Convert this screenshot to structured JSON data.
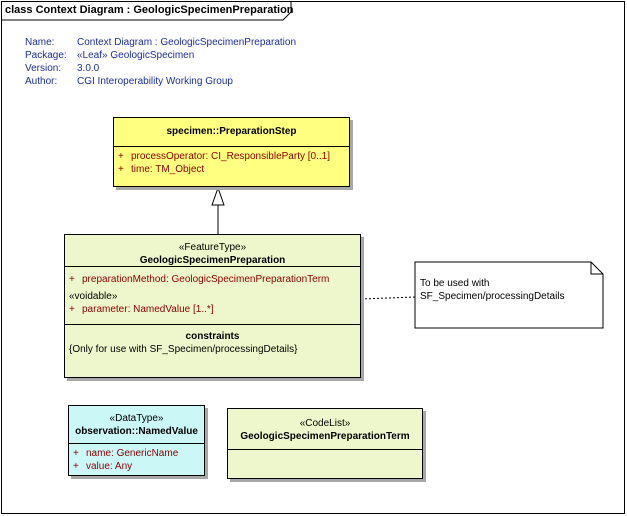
{
  "frame": {
    "title": "class Context Diagram : GeologicSpecimenPreparation"
  },
  "metadata": [
    {
      "key": "Name:",
      "value": "Context Diagram : GeologicSpecimenPreparation"
    },
    {
      "key": "Package:",
      "value": "«Leaf» GeologicSpecimen"
    },
    {
      "key": "Version:",
      "value": "3.0.0"
    },
    {
      "key": "Author:",
      "value": "CGI Interoperability Working Group"
    }
  ],
  "classes": {
    "preparation_step": {
      "name": "specimen::PreparationStep",
      "attributes": [
        {
          "vis": "+",
          "text": "processOperator:  CI_ResponsibleParty [0..1]"
        },
        {
          "vis": "+",
          "text": "time:  TM_Object"
        }
      ],
      "color": "#ffff80"
    },
    "geologic_specimen_preparation": {
      "stereotype": "«FeatureType»",
      "name": "GeologicSpecimenPreparation",
      "attributes": [
        {
          "vis": "+",
          "text": "preparationMethod:  GeologicSpecimenPreparationTerm"
        }
      ],
      "voidable_label": "«voidable»",
      "voidable_attributes": [
        {
          "vis": "+",
          "text": "parameter:  NamedValue [1..*]"
        }
      ],
      "constraints_title": "constraints",
      "constraint": "{Only for use with SF_Specimen/processingDetails}",
      "color": "#eef7cc"
    },
    "named_value": {
      "stereotype": "«DataType»",
      "name": "observation::NamedValue",
      "attributes": [
        {
          "vis": "+",
          "text": "name:  GenericName"
        },
        {
          "vis": "+",
          "text": "value:  Any"
        }
      ],
      "color": "#ccf7f7"
    },
    "preparation_term": {
      "stereotype": "«CodeList»",
      "name": "GeologicSpecimenPreparationTerm",
      "color": "#eef7cc"
    }
  },
  "note": {
    "lines": [
      "To be used with",
      "SF_Specimen/processingDetails"
    ]
  }
}
